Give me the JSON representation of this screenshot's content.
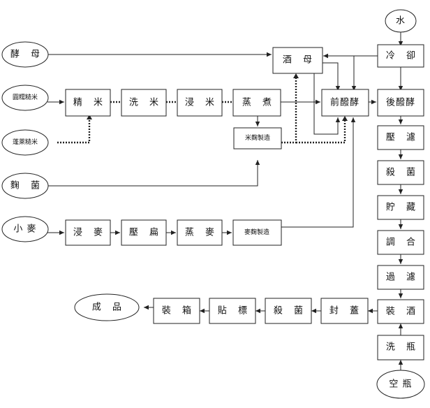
{
  "nodes": {
    "water": "水",
    "cooling": "冷 卻",
    "yeast": "酵 母",
    "starter": "酒 母",
    "glutinous_rice": "圓糯糙米",
    "polish": "精 米",
    "wash": "洗 米",
    "soak_rice": "浸 米",
    "steam_rice": "蒸 煮",
    "pre_ferment": "前醱酵",
    "post_ferment": "後醱酵",
    "penglai_rice": "蓬萊糙米",
    "rice_koji": "米麴製造",
    "press_filter": "壓 濾",
    "sterilize1": "殺 菌",
    "koji_mold": "麴 菌",
    "storage": "貯 藏",
    "blend": "調 合",
    "wheat": "小 麥",
    "soak_wheat": "浸 麥",
    "flatten": "壓 扁",
    "steam_wheat": "蒸 麥",
    "wheat_koji": "麥麴製造",
    "filter": "過 濾",
    "bottling": "裝 酒",
    "product": "成 品",
    "boxing": "裝 箱",
    "labeling": "貼 標",
    "sterilize2": "殺 菌",
    "capping": "封 蓋",
    "wash_bottle": "洗 瓶",
    "empty_bottle": "空 瓶"
  }
}
